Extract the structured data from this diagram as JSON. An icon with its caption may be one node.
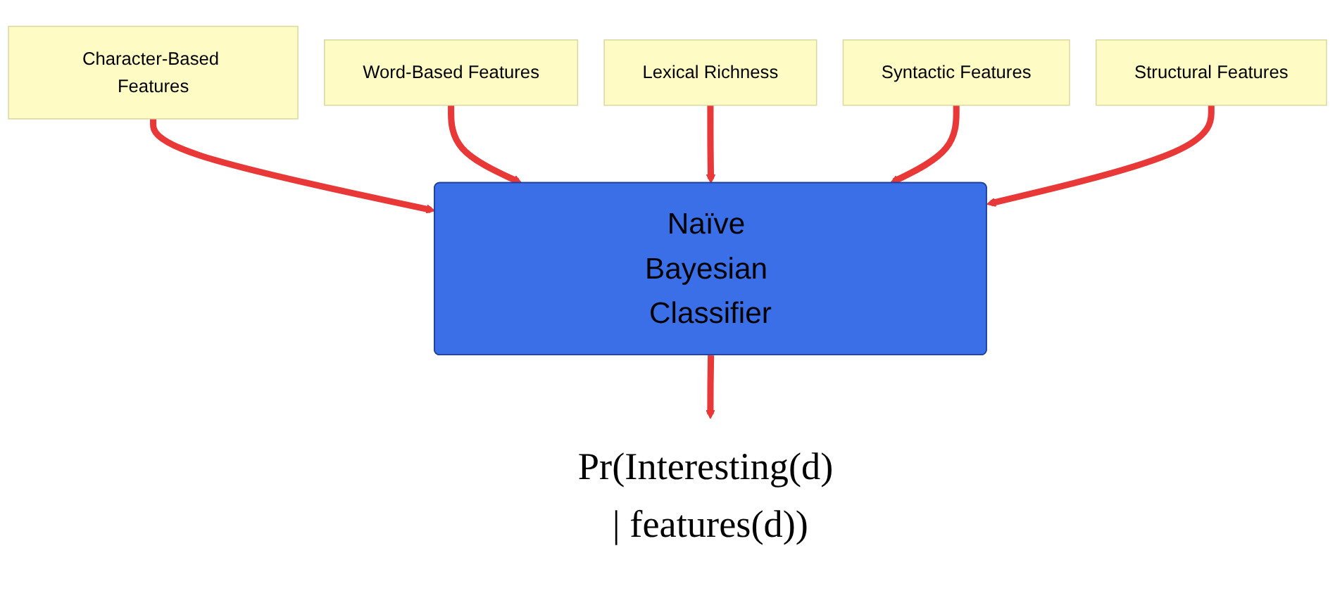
{
  "diagram": {
    "nodes": [
      {
        "text": [
          "Character-Based Features"
        ]
      },
      {
        "text": [
          "Word-Based Features"
        ]
      },
      {
        "text": [
          "Lexical Richness"
        ]
      },
      {
        "text": [
          "Syntactic Features"
        ]
      },
      {
        "text": [
          "Structural Features"
        ]
      },
      {
        "text": [
          "Naïve Bayesian Classifier"
        ]
      },
      {
        "text": [
          "Pr(Interesting(d) | features(d))"
        ]
      }
    ],
    "edges": [
      {
        "from": 0,
        "to": 5,
        "arrow": "to"
      },
      {
        "from": 1,
        "to": 5,
        "arrow": "to"
      },
      {
        "from": 2,
        "to": 5,
        "arrow": "to"
      },
      {
        "from": 3,
        "to": 5,
        "arrow": "to"
      },
      {
        "from": 4,
        "to": 5,
        "arrow": "to"
      },
      {
        "from": 5,
        "to": 6,
        "arrow": "to"
      }
    ]
  }
}
